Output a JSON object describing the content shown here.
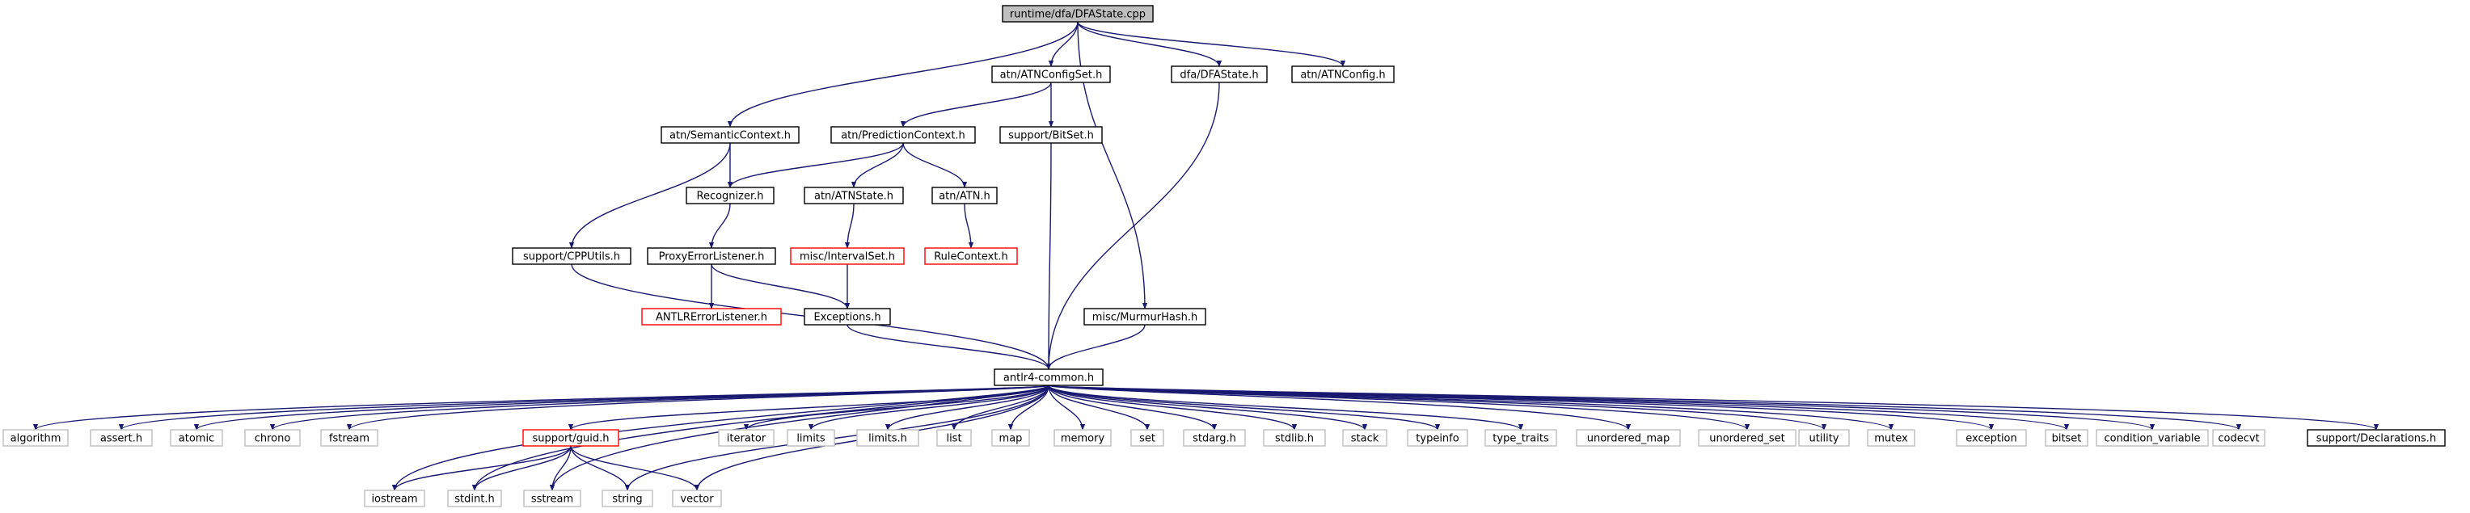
{
  "diagram": {
    "type": "include-dependency-graph",
    "colors": {
      "edge": "#191970",
      "text": "#000000",
      "root_fill": "#bfbfbf",
      "node_border": "#000000",
      "missing_border": "#ff0000",
      "external_border": "#bfbfbf"
    },
    "nodes": [
      {
        "id": "root",
        "label": "runtime/dfa/DFAState.cpp",
        "kind": "root"
      },
      {
        "id": "configset",
        "label": "atn/ATNConfigSet.h",
        "kind": "normal"
      },
      {
        "id": "dfastate",
        "label": "dfa/DFAState.h",
        "kind": "normal"
      },
      {
        "id": "atnconfig",
        "label": "atn/ATNConfig.h",
        "kind": "normal"
      },
      {
        "id": "semctx",
        "label": "atn/SemanticContext.h",
        "kind": "normal"
      },
      {
        "id": "predctx",
        "label": "atn/PredictionContext.h",
        "kind": "normal"
      },
      {
        "id": "bitset",
        "label": "support/BitSet.h",
        "kind": "normal"
      },
      {
        "id": "recognizer",
        "label": "Recognizer.h",
        "kind": "normal"
      },
      {
        "id": "atnstate",
        "label": "atn/ATNState.h",
        "kind": "normal"
      },
      {
        "id": "atn",
        "label": "atn/ATN.h",
        "kind": "normal"
      },
      {
        "id": "cpputils",
        "label": "support/CPPUtils.h",
        "kind": "normal"
      },
      {
        "id": "proxy",
        "label": "ProxyErrorListener.h",
        "kind": "normal"
      },
      {
        "id": "intervalset",
        "label": "misc/IntervalSet.h",
        "kind": "missing"
      },
      {
        "id": "rulectx",
        "label": "RuleContext.h",
        "kind": "missing"
      },
      {
        "id": "antlrerr",
        "label": "ANTLRErrorListener.h",
        "kind": "missing"
      },
      {
        "id": "exceptions",
        "label": "Exceptions.h",
        "kind": "normal"
      },
      {
        "id": "murmur",
        "label": "misc/MurmurHash.h",
        "kind": "normal"
      },
      {
        "id": "common",
        "label": "antlr4-common.h",
        "kind": "normal"
      },
      {
        "id": "algorithm",
        "label": "algorithm",
        "kind": "external"
      },
      {
        "id": "asserth",
        "label": "assert.h",
        "kind": "external"
      },
      {
        "id": "atomic",
        "label": "atomic",
        "kind": "external"
      },
      {
        "id": "chrono",
        "label": "chrono",
        "kind": "external"
      },
      {
        "id": "fstream",
        "label": "fstream",
        "kind": "external"
      },
      {
        "id": "guid",
        "label": "support/guid.h",
        "kind": "missing"
      },
      {
        "id": "iterator",
        "label": "iterator",
        "kind": "external"
      },
      {
        "id": "limits",
        "label": "limits",
        "kind": "external"
      },
      {
        "id": "limitsh",
        "label": "limits.h",
        "kind": "external"
      },
      {
        "id": "list",
        "label": "list",
        "kind": "external"
      },
      {
        "id": "map",
        "label": "map",
        "kind": "external"
      },
      {
        "id": "memory",
        "label": "memory",
        "kind": "external"
      },
      {
        "id": "set",
        "label": "set",
        "kind": "external"
      },
      {
        "id": "stdargh",
        "label": "stdarg.h",
        "kind": "external"
      },
      {
        "id": "stdlibh",
        "label": "stdlib.h",
        "kind": "external"
      },
      {
        "id": "stack",
        "label": "stack",
        "kind": "external"
      },
      {
        "id": "typeinfo",
        "label": "typeinfo",
        "kind": "external"
      },
      {
        "id": "typetraits",
        "label": "type_traits",
        "kind": "external"
      },
      {
        "id": "umap",
        "label": "unordered_map",
        "kind": "external"
      },
      {
        "id": "uset",
        "label": "unordered_set",
        "kind": "external"
      },
      {
        "id": "utility",
        "label": "utility",
        "kind": "external"
      },
      {
        "id": "mutex",
        "label": "mutex",
        "kind": "external"
      },
      {
        "id": "exception",
        "label": "exception",
        "kind": "external"
      },
      {
        "id": "bitsetstd",
        "label": "bitset",
        "kind": "external"
      },
      {
        "id": "condvar",
        "label": "condition_variable",
        "kind": "external"
      },
      {
        "id": "codecvt",
        "label": "codecvt",
        "kind": "external"
      },
      {
        "id": "declarations",
        "label": "support/Declarations.h",
        "kind": "normal"
      },
      {
        "id": "iostream",
        "label": "iostream",
        "kind": "external"
      },
      {
        "id": "stdinth",
        "label": "stdint.h",
        "kind": "external"
      },
      {
        "id": "sstream",
        "label": "sstream",
        "kind": "external"
      },
      {
        "id": "string",
        "label": "string",
        "kind": "external"
      },
      {
        "id": "vector",
        "label": "vector",
        "kind": "external"
      }
    ],
    "edges": [
      [
        "root",
        "configset"
      ],
      [
        "root",
        "dfastate"
      ],
      [
        "root",
        "atnconfig"
      ],
      [
        "root",
        "semctx"
      ],
      [
        "root",
        "murmur"
      ],
      [
        "configset",
        "predctx"
      ],
      [
        "configset",
        "bitset"
      ],
      [
        "semctx",
        "recognizer"
      ],
      [
        "semctx",
        "cpputils"
      ],
      [
        "predctx",
        "recognizer"
      ],
      [
        "predctx",
        "atnstate"
      ],
      [
        "predctx",
        "atn"
      ],
      [
        "recognizer",
        "proxy"
      ],
      [
        "atnstate",
        "intervalset"
      ],
      [
        "atn",
        "rulectx"
      ],
      [
        "proxy",
        "antlrerr"
      ],
      [
        "proxy",
        "exceptions"
      ],
      [
        "intervalset",
        "exceptions"
      ],
      [
        "bitset",
        "common"
      ],
      [
        "cpputils",
        "common"
      ],
      [
        "exceptions",
        "common"
      ],
      [
        "murmur",
        "common"
      ],
      [
        "dfastate",
        "common"
      ],
      [
        "common",
        "algorithm"
      ],
      [
        "common",
        "asserth"
      ],
      [
        "common",
        "atomic"
      ],
      [
        "common",
        "chrono"
      ],
      [
        "common",
        "fstream"
      ],
      [
        "common",
        "guid"
      ],
      [
        "common",
        "iterator"
      ],
      [
        "common",
        "limits"
      ],
      [
        "common",
        "limitsh"
      ],
      [
        "common",
        "list"
      ],
      [
        "common",
        "map"
      ],
      [
        "common",
        "memory"
      ],
      [
        "common",
        "set"
      ],
      [
        "common",
        "stdargh"
      ],
      [
        "common",
        "stdlibh"
      ],
      [
        "common",
        "stack"
      ],
      [
        "common",
        "typeinfo"
      ],
      [
        "common",
        "typetraits"
      ],
      [
        "common",
        "umap"
      ],
      [
        "common",
        "uset"
      ],
      [
        "common",
        "utility"
      ],
      [
        "common",
        "mutex"
      ],
      [
        "common",
        "exception"
      ],
      [
        "common",
        "bitsetstd"
      ],
      [
        "common",
        "condvar"
      ],
      [
        "common",
        "codecvt"
      ],
      [
        "common",
        "declarations"
      ],
      [
        "common",
        "iostream"
      ],
      [
        "common",
        "stdinth"
      ],
      [
        "common",
        "sstream"
      ],
      [
        "common",
        "string"
      ],
      [
        "common",
        "vector"
      ],
      [
        "guid",
        "iostream"
      ],
      [
        "guid",
        "stdinth"
      ],
      [
        "guid",
        "sstream"
      ],
      [
        "guid",
        "string"
      ],
      [
        "guid",
        "vector"
      ]
    ]
  }
}
